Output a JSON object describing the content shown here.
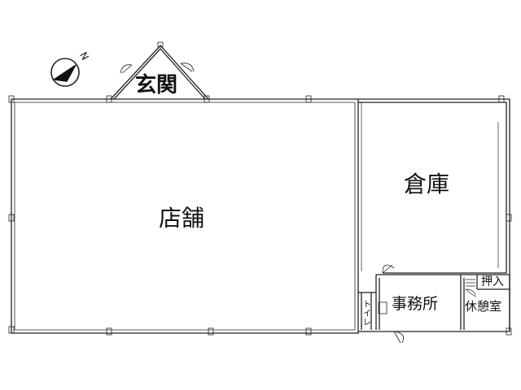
{
  "plan": {
    "rooms": {
      "entrance": "玄関",
      "store": "店舗",
      "warehouse": "倉庫",
      "office": "事務所",
      "rest_room": "休憩室",
      "closet": "押入",
      "toilet": "トイレ"
    },
    "compass": {
      "label": "N",
      "icon": "north-arrow-icon"
    },
    "line_color": "#222222"
  }
}
